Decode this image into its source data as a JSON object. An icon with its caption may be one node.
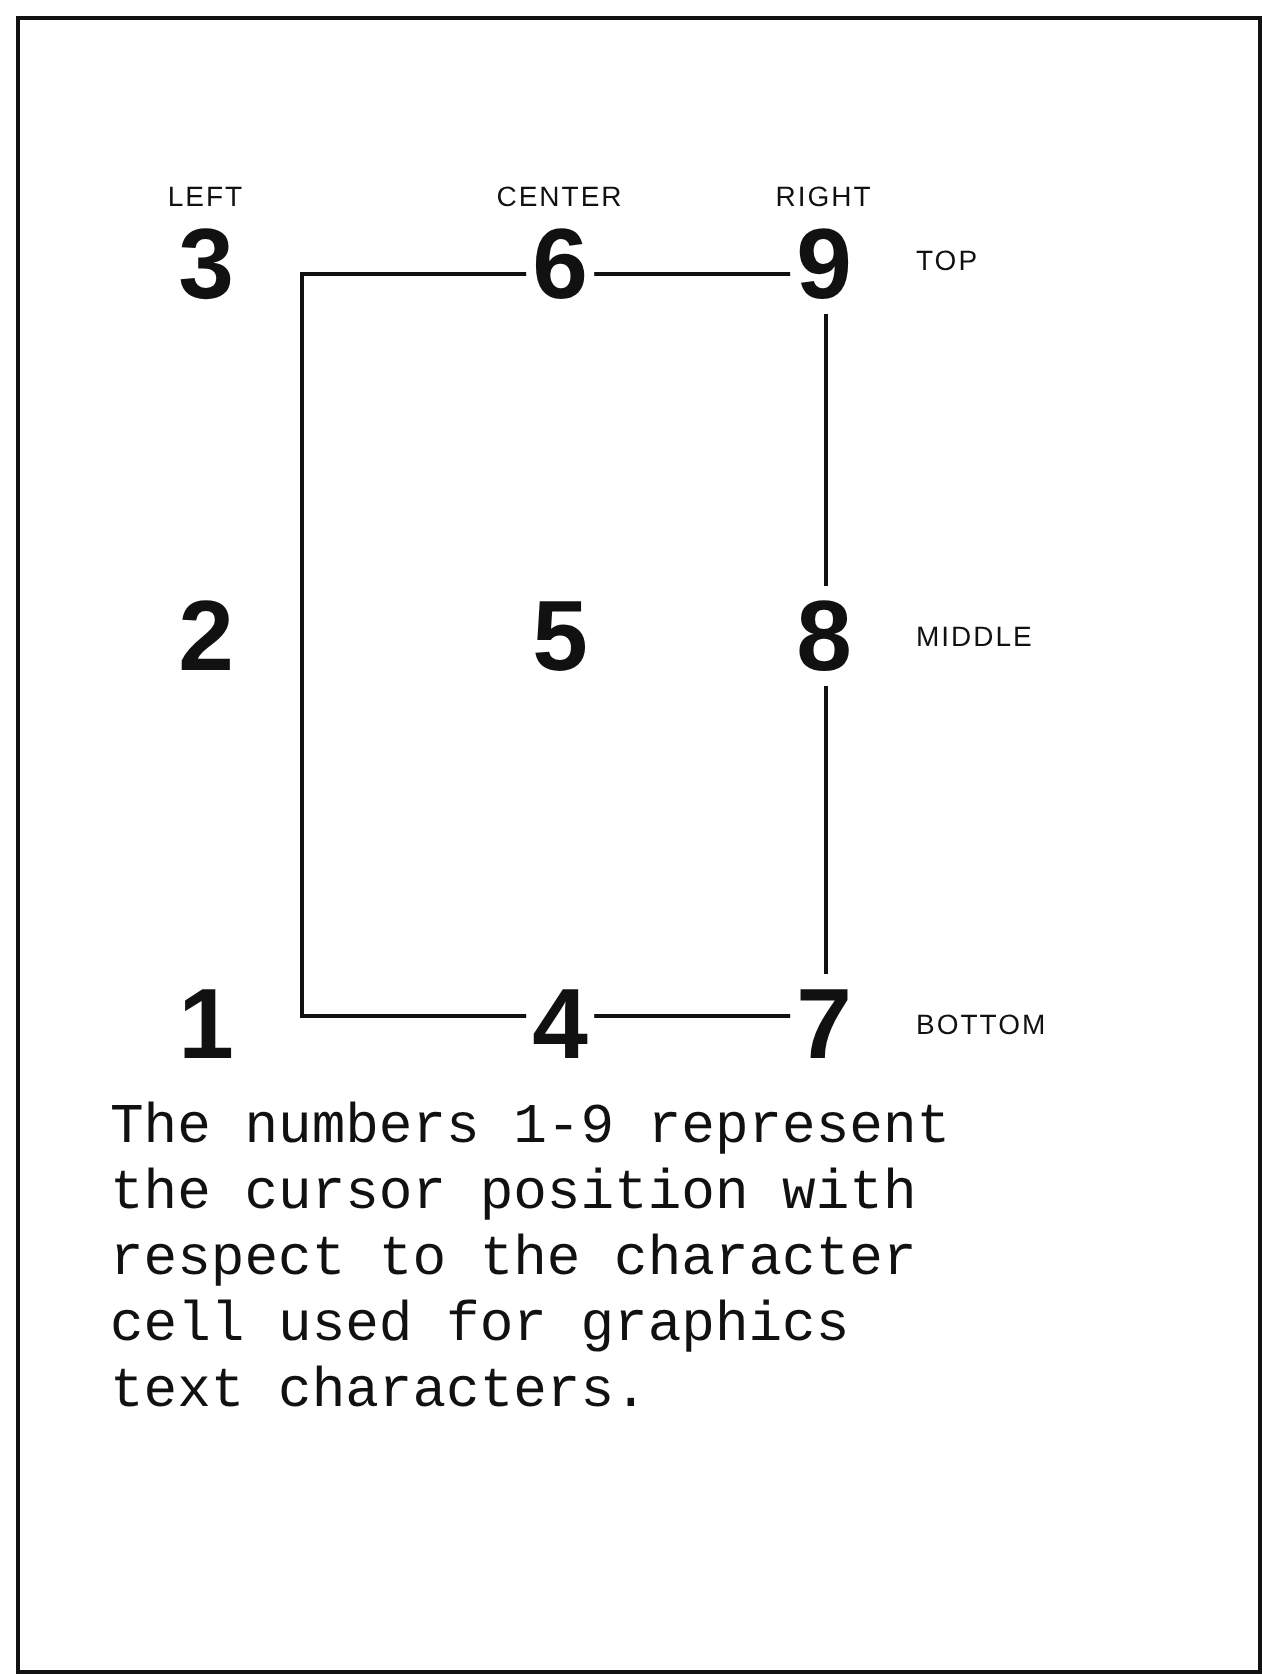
{
  "diagram": {
    "caption": "The numbers 1-9 represent the cursor position with respect to the character cell used for graphics text characters.",
    "labels": [
      "LEFT",
      "CENTER",
      "RIGHT",
      "3",
      "6",
      "9",
      "TOP",
      "2",
      "5",
      "8",
      "MIDDLE",
      "1",
      "4",
      "7",
      "BOTTOM"
    ]
  }
}
